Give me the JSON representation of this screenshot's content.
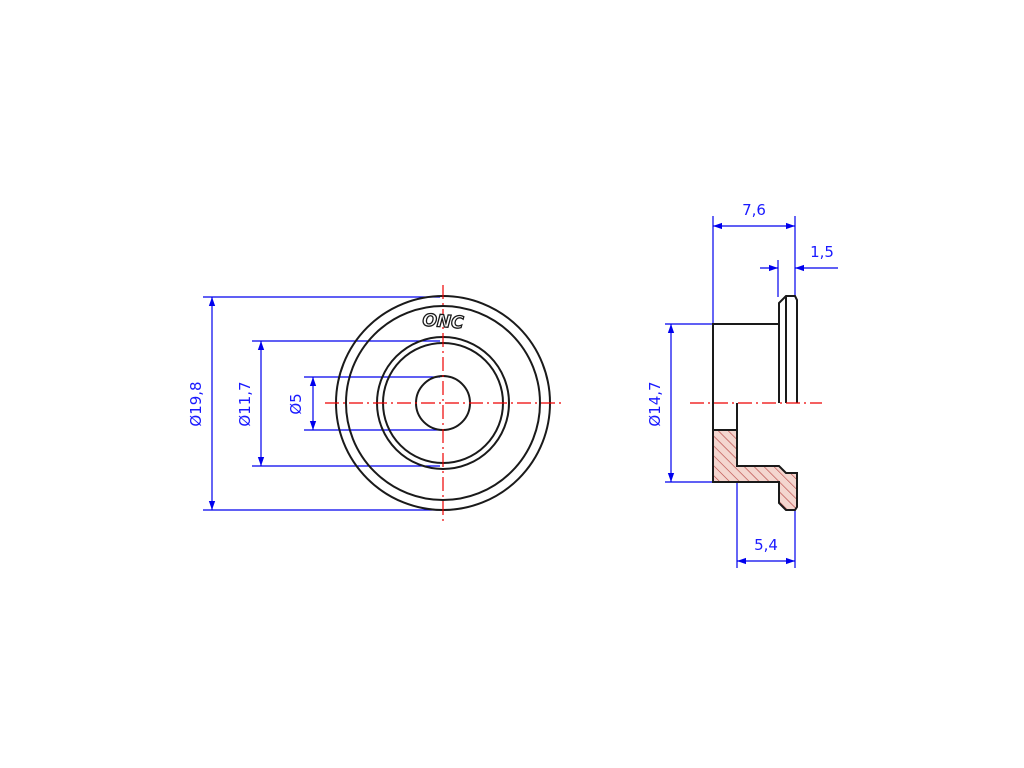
{
  "colors": {
    "outline": "#1a1a1a",
    "dimension": "#0000ee",
    "dimension_text": "#1a1aff",
    "centerline": "#ee0000",
    "hatch": "#b33a3a",
    "section_fill": "#f4d6cf",
    "background": "#ffffff"
  },
  "front_view": {
    "dims": {
      "d_outer": "Ø19,8",
      "d_step": "Ø11,7",
      "d_bore": "Ø5"
    },
    "logo_text": "ONC"
  },
  "side_view": {
    "dims": {
      "length": "7,6",
      "flange": "1,5",
      "d_body": "Ø14,7",
      "body_len": "5,4"
    }
  }
}
